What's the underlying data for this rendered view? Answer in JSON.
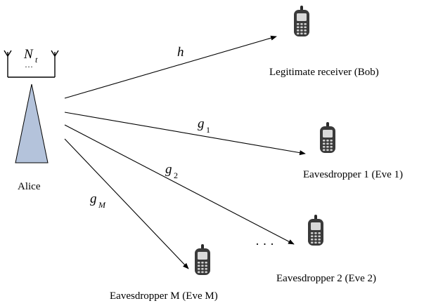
{
  "transmitter": {
    "name": "Alice",
    "antenna_symbol": "N",
    "antenna_subscript": "t",
    "antenna_dots": "…",
    "body_color": "#b4c3db"
  },
  "links": {
    "bob": {
      "symbol": "h"
    },
    "eve1": {
      "symbol": "g",
      "subscript": "1"
    },
    "eve2": {
      "symbol": "g",
      "subscript": "2"
    },
    "eveM": {
      "symbol": "g",
      "subscript": "M"
    }
  },
  "receivers": {
    "bob": {
      "label": "Legitimate receiver (Bob)"
    },
    "eve1": {
      "label": "Eavesdropper 1 (Eve 1)"
    },
    "eve2": {
      "label": "Eavesdropper 2 (Eve 2)"
    },
    "eveM": {
      "label": "Eavesdropper M (Eve M)"
    }
  },
  "ellipsis": "· · ·",
  "phone_icon": "mobile-phone-icon"
}
